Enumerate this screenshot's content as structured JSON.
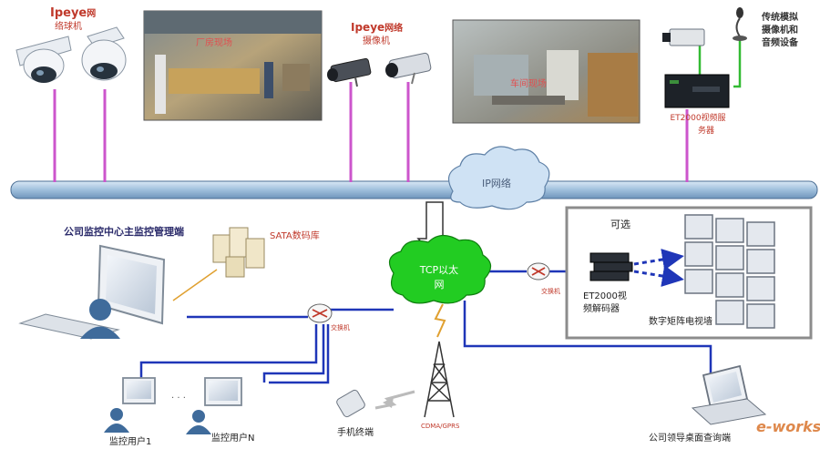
{
  "labels": {
    "dome_camera_brand": "Ipeye",
    "dome_camera_brand_suffix": "网",
    "dome_camera_type": "络球机",
    "network_camera_brand": "Ipeye",
    "network_camera_brand_suffix": "网络",
    "network_camera_type": "摄像机",
    "analog_line1": "传统模拟",
    "analog_line2": "摄像机和",
    "analog_line3": "音频设备",
    "et2000_server_line1": "ET2000视频服",
    "et2000_server_line2": "务器",
    "ip_network": "IP网络",
    "monitor_center": "公司监控中心主监控管理端",
    "sata_db": "SATA数码库",
    "tcp_line1": "TCP以太",
    "tcp_line2": "网",
    "optional": "可选",
    "switch_left": "交换机",
    "switch_right": "交换机",
    "decoder_line1": "ET2000视",
    "decoder_line2": "频解码器",
    "video_wall": "数字矩阵电视墙",
    "ellipsis": "· · ·",
    "user_1": "监控用户1",
    "user_n": "监控用户N",
    "mobile": "手机终端",
    "gprs": "CDMA/GPRS",
    "leader": "公司领导桌面查询端",
    "photo_1_caption": "厂房现场",
    "photo_2_caption": "车间现场",
    "watermark": "e-works"
  },
  "colors": {
    "backbone": "#8fb4d6",
    "camera_link": "#cc55cc",
    "audio_link": "#33bb33",
    "lan_link": "#1f36b8",
    "cloud_ip": "#cfe2f4",
    "cloud_tcp": "#22cc22",
    "label_red": "#c0392b"
  }
}
